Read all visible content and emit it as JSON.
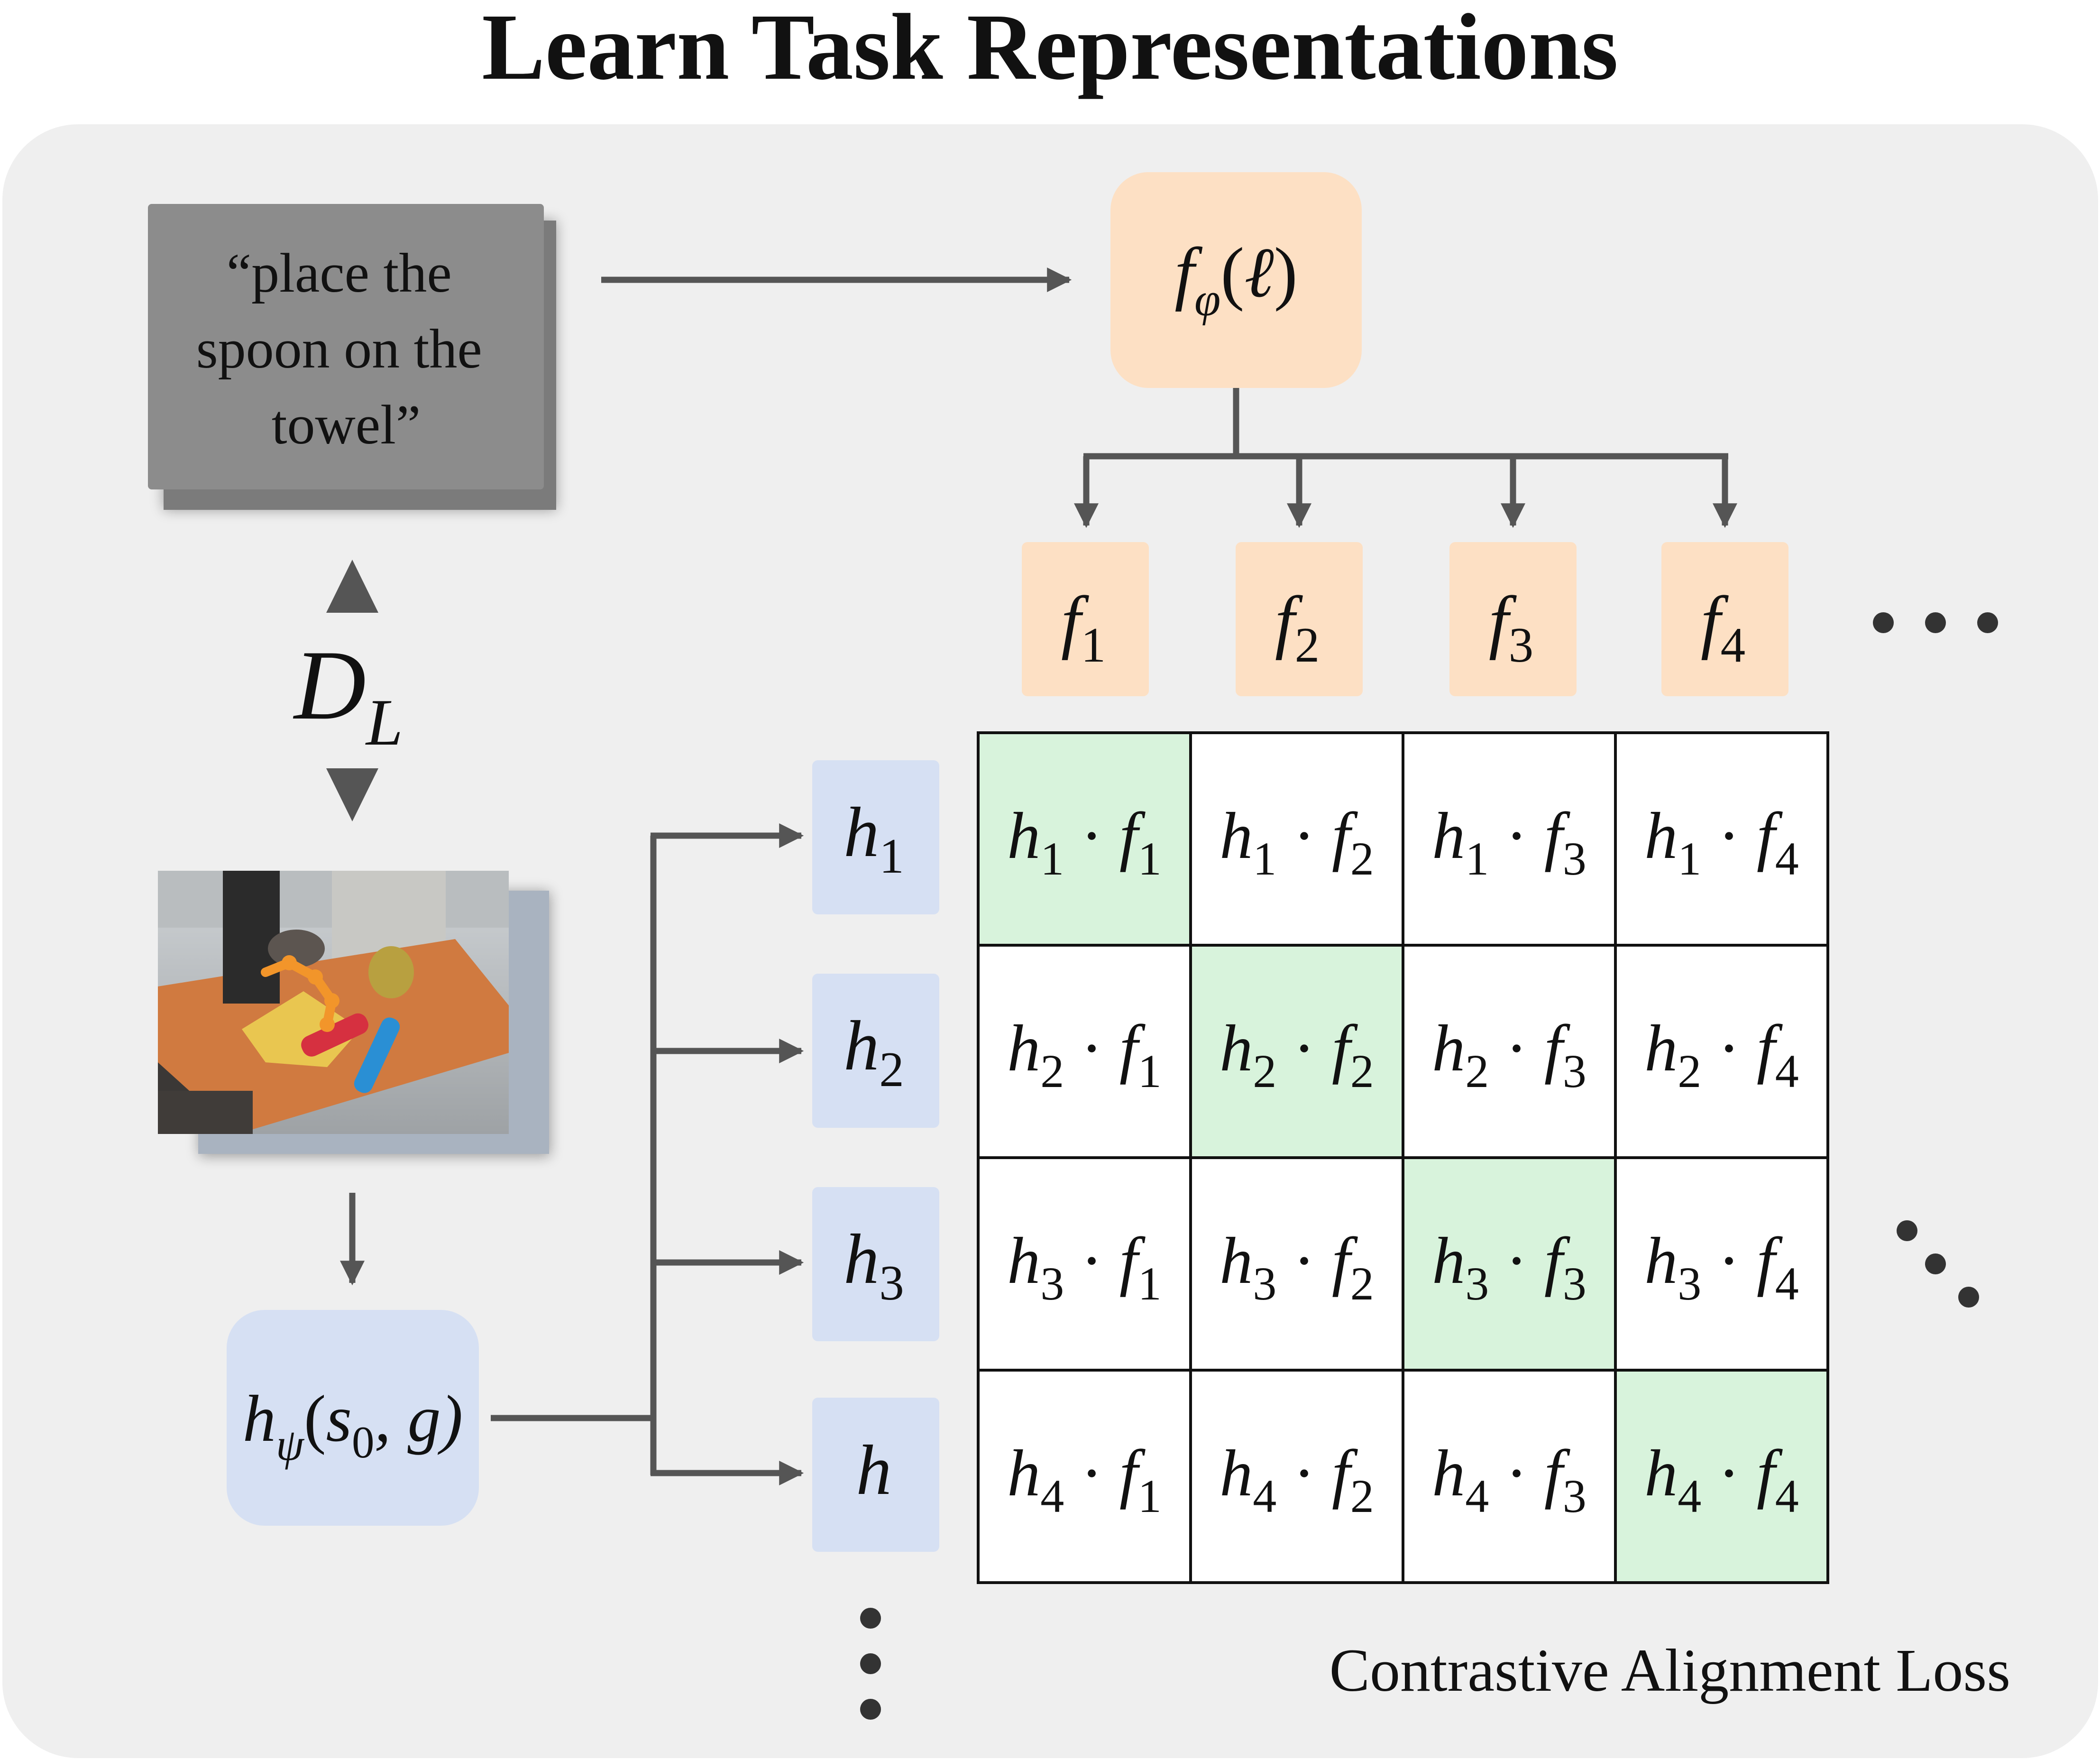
{
  "title": "Learn Task Representations",
  "instruction": {
    "line1": "“place the",
    "line2": "spoon on the",
    "line3": "towel”"
  },
  "dataset": {
    "symbol": "D",
    "subscript": "L"
  },
  "lang_encoder": {
    "func": "f",
    "sub": "φ",
    "arg_open": "(",
    "arg": "ℓ",
    "arg_close": ")"
  },
  "goal_encoder": {
    "func": "h",
    "sub": "ψ",
    "arg_open": "(",
    "arg_s": "s",
    "arg_s_sub": "0",
    "arg_rest": ", g)"
  },
  "f_labels": [
    {
      "name": "f",
      "sub": "1"
    },
    {
      "name": "f",
      "sub": "2"
    },
    {
      "name": "f",
      "sub": "3"
    },
    {
      "name": "f",
      "sub": "4"
    }
  ],
  "h_labels": [
    {
      "name": "h",
      "sub": "1"
    },
    {
      "name": "h",
      "sub": "2"
    },
    {
      "name": "h",
      "sub": "3"
    },
    {
      "name": "h",
      "sub": ""
    }
  ],
  "matrix": {
    "op": "·",
    "rows": [
      "1",
      "2",
      "3",
      "4"
    ],
    "cols": [
      "1",
      "2",
      "3",
      "4"
    ],
    "diag_color": "#d8f3dc"
  },
  "loss_label": "Contrastive Alignment Loss",
  "colors": {
    "panel": "#efefef",
    "orange_box": "#fde0c4",
    "blue_box": "#d6e0f3",
    "arrow": "#555555",
    "text_box": "#888888"
  }
}
